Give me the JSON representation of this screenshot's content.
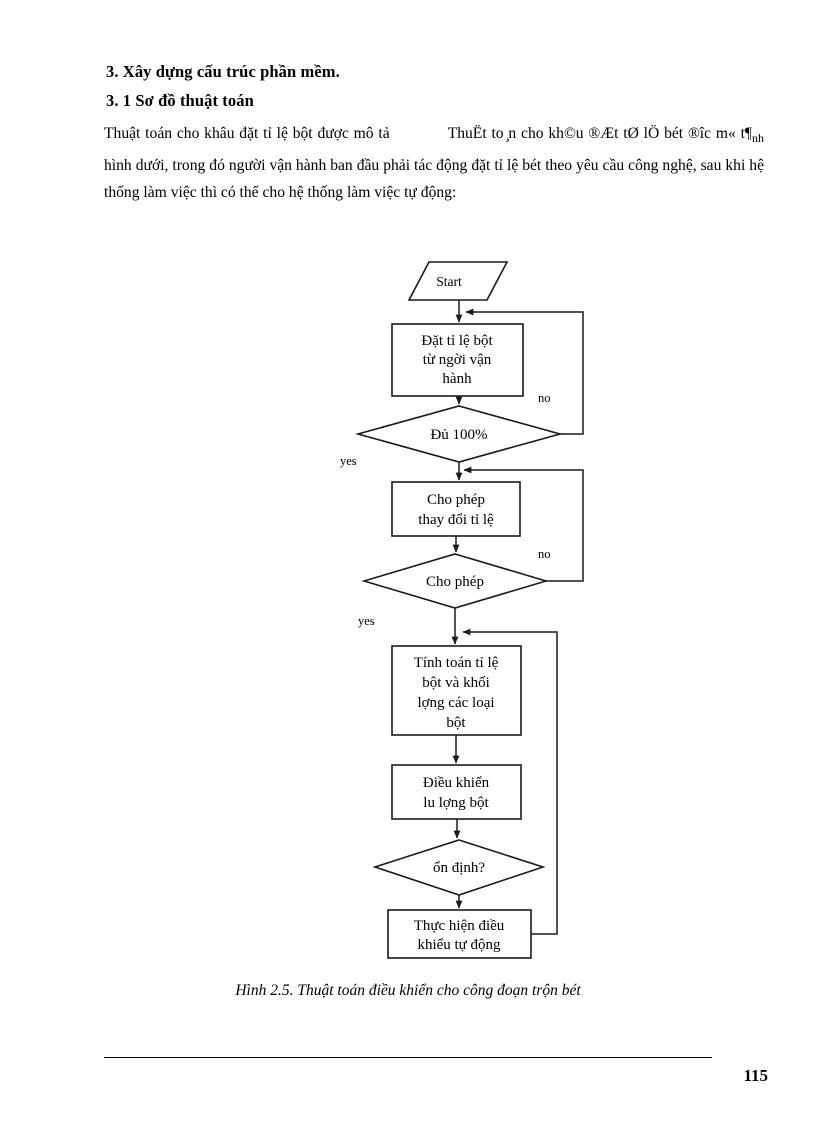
{
  "document": {
    "heading_main": "3. Xây dựng cấu trúc phần mềm.",
    "heading_sub": "3. 1 Sơ đồ thuật toán",
    "paragraph_part1": "Thuật toán cho khâu đặt tỉ lệ bột được mô tả",
    "paragraph_part2": "ThuËt to ̧n cho kh©u ®Æt tØ lÖ bét ®îc  m« t¶",
    "paragraph_part2_sub": "nh",
    "paragraph_part3": "hình dưới, trong đó người vận hành ban đầu phải tác động đặt tỉ lệ bét theo yêu cầu công nghệ, sau khi hệ thống làm việc thì có thể cho hệ thống làm việc tự động:",
    "caption": "Hình 2.5. Thuật toán điều khiển cho công đoạn trộn bét",
    "page_number": "115"
  },
  "flowchart": {
    "nodes": {
      "start": {
        "label": "Start",
        "shape": "parallelogram"
      },
      "process_1": {
        "line1": "Đặt tỉ lệ bột",
        "line2": "từ ngời   vận",
        "line3": "hành",
        "shape": "rect"
      },
      "decision_1": {
        "label": "Đủ 100%",
        "shape": "diamond"
      },
      "process_2": {
        "line1": "Cho phép",
        "line2": "thay đổi tỉ lệ",
        "shape": "rect"
      },
      "decision_2": {
        "label": "Cho phép",
        "shape": "diamond"
      },
      "process_3": {
        "line1": "Tính toán tỉ lệ",
        "line2": "bột  và khối",
        "line3": "lợng   các  loại",
        "line4": "bột",
        "shape": "rect"
      },
      "process_4": {
        "line1": "Điều khiển",
        "line2": "lu   lợng  bột",
        "shape": "rect"
      },
      "decision_3": {
        "label": "ổn định?",
        "shape": "diamond"
      },
      "process_5": {
        "line1": "Thực hiện điều",
        "line2": "khiểu tự động",
        "shape": "rect"
      }
    },
    "branch_labels": {
      "no_1": "no",
      "yes_1": "yes",
      "no_2": "no",
      "yes_2": "yes"
    }
  },
  "colors": {
    "ink": "#000000",
    "stroke": "#1a1a1a",
    "paper": "#ffffff"
  }
}
